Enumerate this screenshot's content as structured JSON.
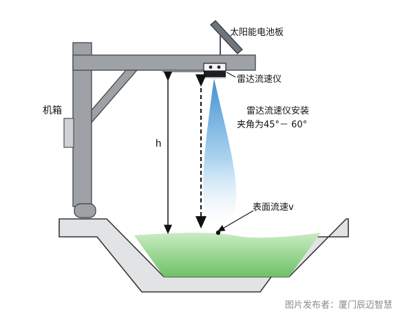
{
  "labels": {
    "solar_panel": "太阳能电池板",
    "radar_meter": "雷达流速仪",
    "install_angle_line1": "雷达流速仪安装",
    "install_angle_line2": "夹角为45°－ 60°",
    "cabinet": "机箱",
    "height": "h",
    "surface_velocity": "表面流速v"
  },
  "watermark": "图片发布者：厦门辰迈智慧",
  "colors": {
    "steel": "#9ea2a6",
    "steel_dark": "#4a4f55",
    "channel_fill": "#e1e3e5",
    "water": "#8fd188",
    "beam": "#5fa6d8"
  },
  "icons": [
    "solar-panel-icon",
    "radar-sensor-icon",
    "cabinet-icon"
  ]
}
